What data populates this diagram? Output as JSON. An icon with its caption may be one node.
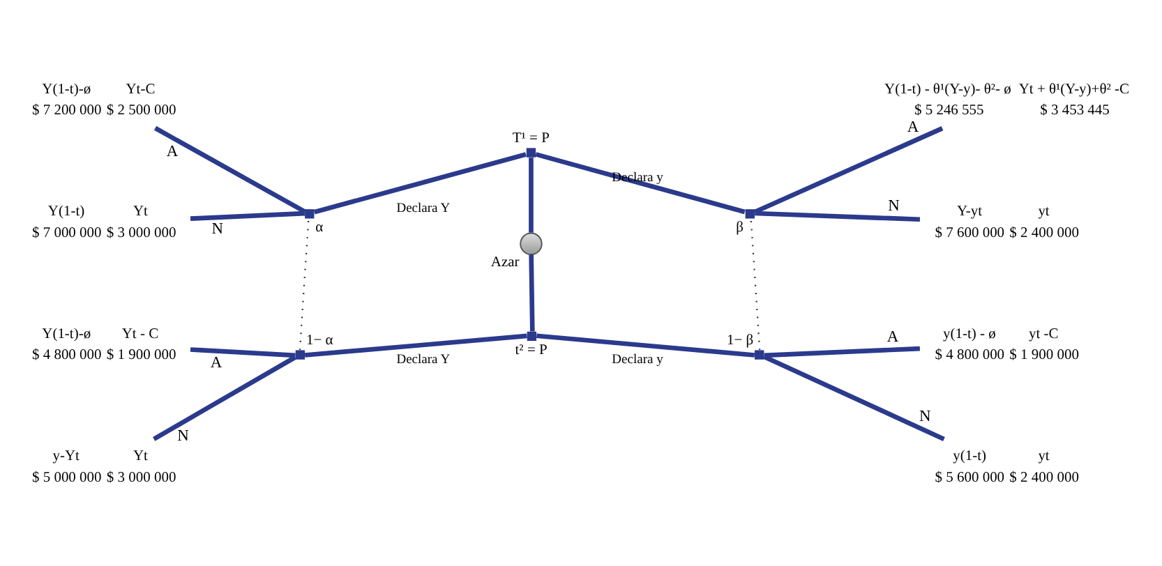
{
  "diagram": {
    "nodes": [
      {
        "text": [
          "Y(1-t)-ø",
          "$ 7 200 000",
          "Yt-C",
          "$ 2 500 000"
        ]
      },
      {
        "text": [
          "Y(1-t) - θ¹(Y-y)- θ²- ø",
          "$ 5 246 555",
          "Yt + θ¹(Y-y)+θ² -C",
          "$ 3 453 445"
        ]
      },
      {
        "text": [],
        "shape": "point",
        "beside": [
          "α"
        ]
      },
      {
        "text": [],
        "shape": "point",
        "beside": [
          "T¹ = P"
        ]
      },
      {
        "text": [],
        "shape": "point",
        "beside": [
          "β"
        ]
      },
      {
        "text": [
          "Y(1-t)",
          "$ 7 000 000",
          "Yt",
          "$ 3 000 000"
        ]
      },
      {
        "text": [
          "Y-yt",
          "$ 7 600 000",
          "yt",
          "$ 2 400 000"
        ]
      },
      {
        "text": [],
        "shape": "circle",
        "beside": [
          "Azar"
        ]
      },
      {
        "text": [
          "Y(1-t)-ø",
          "$ 4 800 000",
          "Yt - C",
          "$ 1 900 000"
        ]
      },
      {
        "text": [
          "y(1-t) - ø",
          "$ 4 800 000",
          "yt -C",
          "$ 1 900 000"
        ]
      },
      {
        "text": [],
        "shape": "point",
        "beside": [
          "1− α"
        ]
      },
      {
        "text": [],
        "shape": "point",
        "beside": [
          "t² = P"
        ]
      },
      {
        "text": [],
        "shape": "point",
        "beside": [
          "1− β"
        ]
      },
      {
        "text": [
          "y-Yt",
          "$ 5 000 000",
          "Yt",
          "$ 3 000 000"
        ]
      },
      {
        "text": [
          "y(1-t)",
          "$ 5 600 000",
          "yt",
          "$ 2 400 000"
        ]
      }
    ],
    "edges": [
      {
        "from": 7,
        "to": 3,
        "arrow": "none"
      },
      {
        "from": 7,
        "to": 11,
        "arrow": "none"
      },
      {
        "from": 3,
        "to": 2,
        "arrow": "none",
        "label": "Declara Y"
      },
      {
        "from": 3,
        "to": 4,
        "arrow": "none",
        "label": "Declara y"
      },
      {
        "from": 11,
        "to": 10,
        "arrow": "none",
        "label": "Declara Y"
      },
      {
        "from": 11,
        "to": 12,
        "arrow": "none",
        "label": "Declara y"
      },
      {
        "from": 2,
        "to": 10,
        "arrow": "none",
        "style": "dashed",
        "color": "#333333"
      },
      {
        "from": 4,
        "to": 12,
        "arrow": "none",
        "style": "dashed",
        "color": "#333333"
      },
      {
        "from": 2,
        "to": 0,
        "arrow": "none",
        "label": "A"
      },
      {
        "from": 2,
        "to": 5,
        "arrow": "none",
        "label": "N"
      },
      {
        "from": 4,
        "to": 1,
        "arrow": "none",
        "label": "A"
      },
      {
        "from": 4,
        "to": 6,
        "arrow": "none",
        "label": "N"
      },
      {
        "from": 10,
        "to": 8,
        "arrow": "none",
        "label": "A"
      },
      {
        "from": 10,
        "to": 13,
        "arrow": "none",
        "label": "N"
      },
      {
        "from": 12,
        "to": 9,
        "arrow": "none",
        "label": "A"
      },
      {
        "from": 12,
        "to": 14,
        "arrow": "none",
        "label": "N"
      }
    ]
  }
}
